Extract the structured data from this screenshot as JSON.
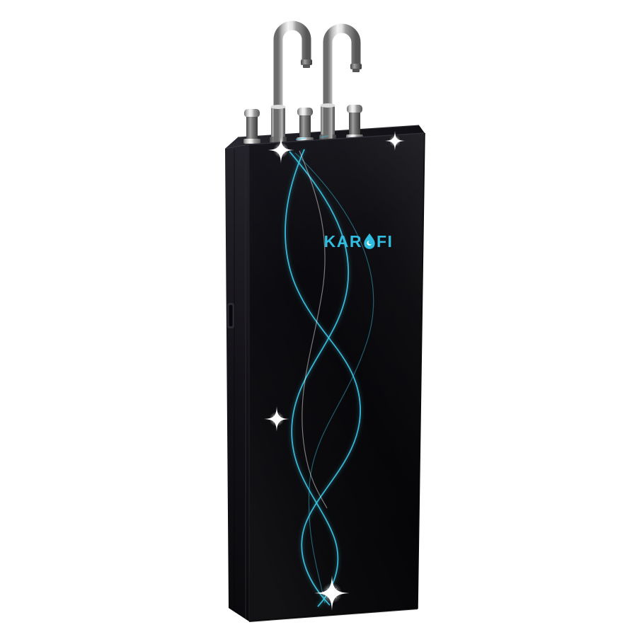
{
  "scene": {
    "background": "#ffffff"
  },
  "brand": {
    "prefix": "KAR",
    "suffix": "FI",
    "full": "KAROFI"
  },
  "colors": {
    "cabinet_front": "#0a0a0e",
    "cabinet_side": "#1a191f",
    "cabinet_top": "#1e1d24",
    "accent": "#3cc5e4",
    "logo": "#2fbde0",
    "chrome": "#e6e6e6",
    "sparkle": "#ffffff"
  },
  "icons": {
    "logo_drop": "water-drop-icon",
    "faucets": [
      "gooseneck-faucet-icon",
      "gooseneck-faucet-icon"
    ],
    "nozzles": [
      "nozzle-icon",
      "nozzle-icon",
      "nozzle-icon"
    ],
    "sparkles": [
      "sparkle-icon",
      "sparkle-icon",
      "sparkle-icon",
      "sparkle-icon"
    ]
  }
}
